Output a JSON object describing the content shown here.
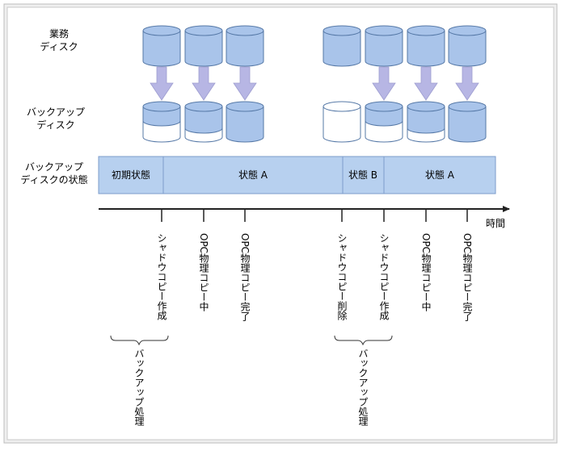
{
  "labels": {
    "business_disk": [
      "業務",
      "ディスク"
    ],
    "backup_disk": [
      "バックアップ",
      "ディスク"
    ],
    "backup_state": [
      "バックアップ",
      "ディスクの状態"
    ],
    "time": "時間"
  },
  "state_bar": [
    {
      "label": "初期状態"
    },
    {
      "label": "状態 A"
    },
    {
      "label": "状態 B"
    },
    {
      "label": "状態 A"
    }
  ],
  "events": [
    "シャドウコピー作成",
    "OPC物理コピー中",
    "OPC物理コピー完了",
    "シャドウコピー削除",
    "シャドウコピー作成",
    "OPC物理コピー中",
    "OPC物理コピー完了"
  ],
  "brace_labels": [
    "バックアップ処理",
    "バックアップ処理"
  ],
  "colors": {
    "disk_fill": "#a9c4ea",
    "disk_stroke": "#5578a6",
    "arrow_fill": "#b7b6e4",
    "bar_fill": "#b7d0ef",
    "bar_stroke": "#7d9ccb",
    "page_bg": "#efefef"
  }
}
